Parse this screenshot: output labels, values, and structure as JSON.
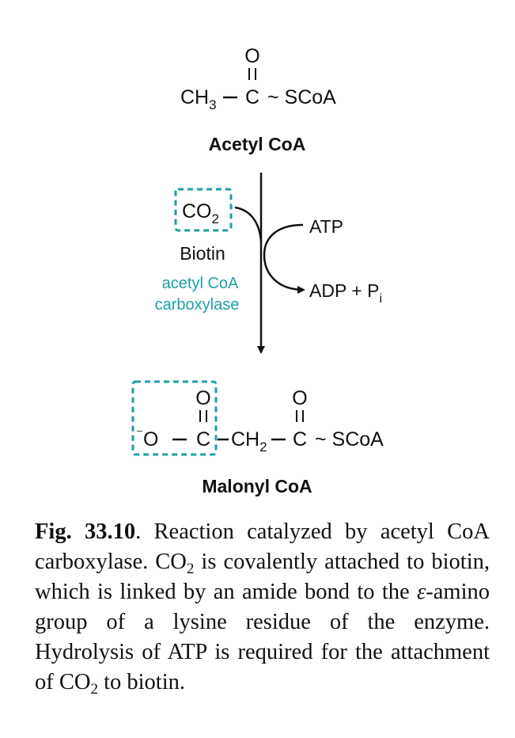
{
  "acetyl_coa": {
    "carbonyl_o": "O",
    "ch3": "CH",
    "ch3_sub": "3",
    "bond": "–",
    "carbon": "C",
    "thioester": "~ SCoA",
    "name": "Acetyl CoA"
  },
  "reaction": {
    "co2": "CO",
    "co2_sub": "2",
    "biotin": "Biotin",
    "enzyme_line1": "acetyl CoA",
    "enzyme_line2": "carboxylase",
    "atp": "ATP",
    "adp_pi": "ADP + P",
    "pi_sub": "i"
  },
  "malonyl_coa": {
    "carboxyl_o": "O",
    "carbonyl_o": "O",
    "charge": "⁻",
    "oxygen": "O",
    "bond1": "–",
    "carbon1": "C",
    "bond2": "–",
    "ch2": "CH",
    "ch2_sub": "2",
    "bond3": "–",
    "carbon2": "C",
    "thioester": "~ SCoA",
    "name": "Malonyl CoA"
  },
  "caption": {
    "label": "Fig. 33.10",
    "text1": ". Reaction catalyzed by acetyl CoA carboxylase. CO",
    "sub1": "2",
    "text2": " is covalently attached to biotin, which is linked by an amide bond to the ",
    "epsilon": "ε",
    "text3": "-amino group of a lysine residue of the enzyme. Hydrolysis of ATP is required for the attachment of CO",
    "sub2": "2",
    "text4": " to biotin."
  },
  "colors": {
    "accent_teal": "#1f9ea6",
    "ink": "#111111"
  }
}
